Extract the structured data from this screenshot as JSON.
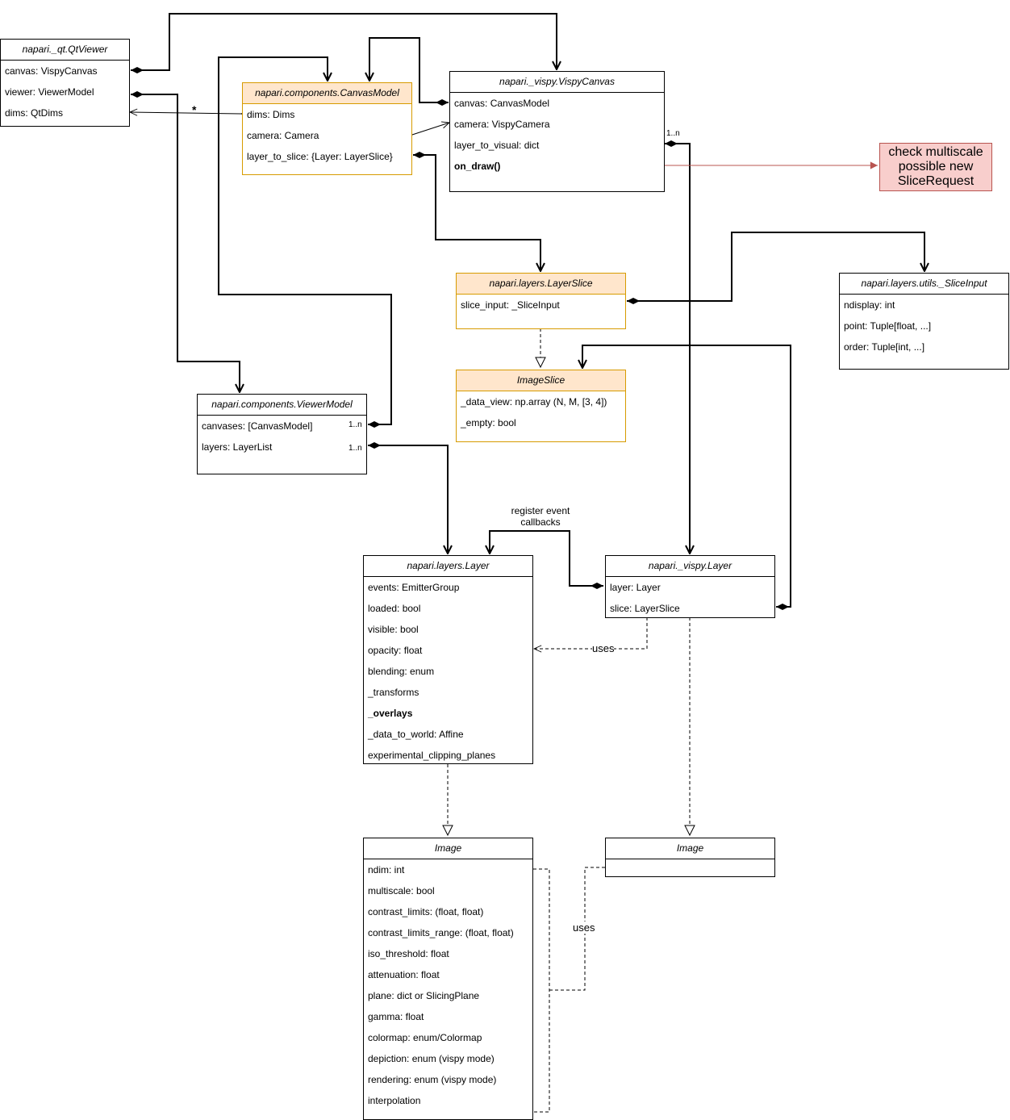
{
  "classes": {
    "qtviewer": {
      "title": "napari._qt.QtViewer",
      "rows": [
        "canvas: VispyCanvas",
        "viewer: ViewerModel",
        "dims: QtDims"
      ]
    },
    "canvasmodel": {
      "title": "napari.components.CanvasModel",
      "rows": [
        "dims: Dims",
        "camera: Camera",
        "layer_to_slice: {Layer: LayerSlice}"
      ]
    },
    "vispycanvas": {
      "title": "napari._vispy.VispyCanvas",
      "rows": [
        "canvas: CanvasModel",
        "camera: VispyCamera",
        "layer_to_visual: dict",
        "on_draw()"
      ]
    },
    "layerslice": {
      "title": "napari.layers.LayerSlice",
      "rows": [
        "slice_input: _SliceInput"
      ]
    },
    "sliceinput": {
      "title": "napari.layers.utils._SliceInput",
      "rows": [
        "ndisplay: int",
        "point: Tuple[float, ...]",
        "order: Tuple[int, ...]"
      ]
    },
    "imageslice": {
      "title": "ImageSlice",
      "rows": [
        "_data_view: np.array (N, M, [3, 4])",
        "_empty: bool"
      ]
    },
    "viewermodel": {
      "title": "napari.components.ViewerModel",
      "rows": [
        "canvases: [CanvasModel]",
        "layers: LayerList"
      ]
    },
    "layer": {
      "title": "napari.layers.Layer",
      "rows": [
        "events: EmitterGroup",
        "loaded: bool",
        "visible: bool",
        "opacity: float",
        "blending: enum",
        "_transforms",
        "_overlays",
        "_data_to_world: Affine",
        "experimental_clipping_planes"
      ]
    },
    "vispylayer": {
      "title": "napari._vispy.Layer",
      "rows": [
        "layer: Layer",
        "slice: LayerSlice"
      ]
    },
    "image": {
      "title": "Image",
      "rows": [
        "ndim: int",
        "multiscale: bool",
        "contrast_limits: (float, float)",
        "contrast_limits_range: (float, float)",
        "iso_threshold: float",
        "attenuation: float",
        "plane: dict or SlicingPlane",
        "gamma: float",
        "colormap: enum/Colormap",
        "depiction: enum (vispy mode)",
        "rendering: enum (vispy mode)",
        "interpolation"
      ]
    },
    "vispyimage": {
      "title": "Image",
      "rows": []
    }
  },
  "note": {
    "text": "check multiscale possible new SliceRequest"
  },
  "labels": {
    "star": "*",
    "mult_vispy": "1..n",
    "mult_canvases": "1..n",
    "mult_layers": "1..n",
    "register_1": "register event",
    "register_2": "callbacks",
    "uses_layer": "uses",
    "uses_image": "uses"
  },
  "colors": {
    "orange_fill": "#ffe6cc",
    "orange_border": "#d79b00",
    "note_fill": "#f8cecc",
    "note_border": "#b85450"
  }
}
